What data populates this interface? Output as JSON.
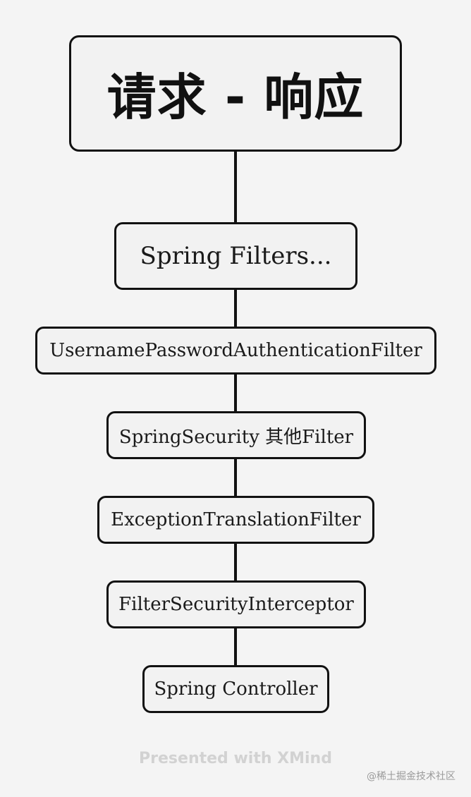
{
  "diagram": {
    "root": "请求 - 响应",
    "nodes": [
      "Spring Filters...",
      "UsernamePasswordAuthenticationFilter",
      "SpringSecurity 其他Filter",
      "ExceptionTranslationFilter",
      "FilterSecurityInterceptor",
      "Spring Controller"
    ]
  },
  "footer": {
    "watermark": "Presented with XMind",
    "credit": "@稀土掘金技术社区"
  }
}
